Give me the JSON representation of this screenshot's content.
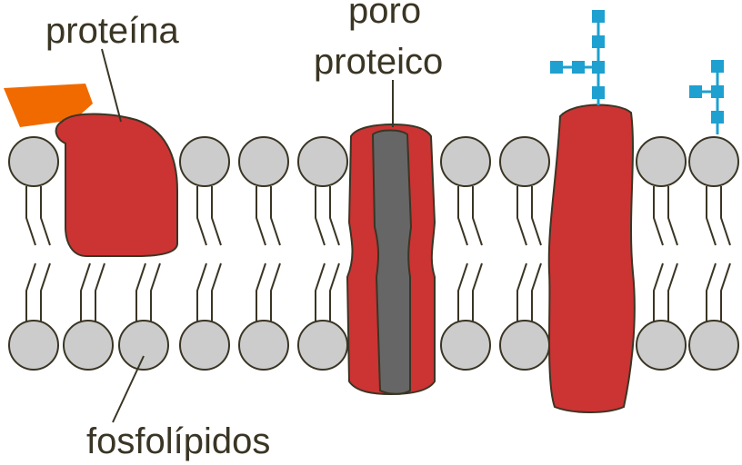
{
  "labels": {
    "protein": "proteína",
    "pore_line1": "poro",
    "pore_line2": "proteico",
    "phospholipids": "fosfolípidos"
  },
  "colors": {
    "phospholipid_head": "#cccccc",
    "outline": "#3a3524",
    "protein": "#cc3333",
    "pore_channel": "#666666",
    "orange_molecule": "#f06a00",
    "carbohydrate": "#1ea0d0",
    "label_text": "#3a3524",
    "background": "#ffffff"
  },
  "icons": {
    "phospholipid": "phospholipid-icon",
    "peripheral_protein": "peripheral-protein-icon",
    "channel_protein": "channel-protein-icon",
    "glycoprotein": "glycoprotein-icon",
    "carbohydrate_chain": "carbohydrate-chain-icon",
    "bound_molecule": "bound-molecule-icon"
  }
}
